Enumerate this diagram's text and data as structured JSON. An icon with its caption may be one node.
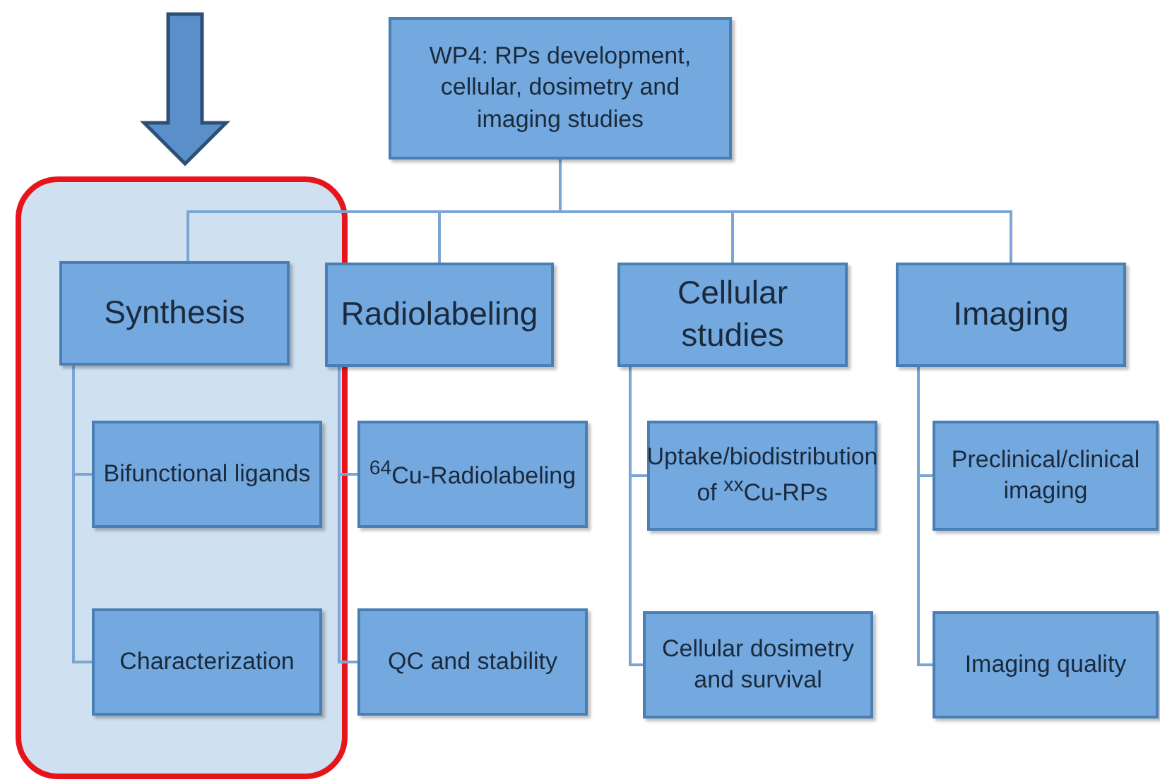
{
  "diagram": {
    "nodes": [
      {
        "text": [
          "WP4: RPs development, cellular, dosimetry and imaging studies"
        ]
      },
      {
        "text": [
          "Synthesis"
        ]
      },
      {
        "text": [
          "Bifunctional ligands"
        ]
      },
      {
        "text": [
          "Characterization"
        ]
      },
      {
        "text": [
          "Radiolabeling"
        ]
      },
      {
        "text": [
          "$^{64}$Cu-Radiolabeling"
        ]
      },
      {
        "text": [
          "QC and stability"
        ]
      },
      {
        "text": [
          "Cellular studies"
        ]
      },
      {
        "text": [
          "Uptake/biodistribution of $^{xx}$Cu-RPs"
        ]
      },
      {
        "text": [
          "Cellular dosimetry and survival"
        ]
      },
      {
        "text": [
          "Imaging"
        ]
      },
      {
        "text": [
          "Preclinical/clinical imaging"
        ]
      },
      {
        "text": [
          "Imaging quality"
        ]
      }
    ],
    "edges": [
      {
        "from": 0,
        "to": 1,
        "arrow": "none"
      },
      {
        "from": 0,
        "to": 4,
        "arrow": "none"
      },
      {
        "from": 0,
        "to": 7,
        "arrow": "none"
      },
      {
        "from": 0,
        "to": 10,
        "arrow": "none"
      },
      {
        "from": 1,
        "to": 2,
        "arrow": "none"
      },
      {
        "from": 1,
        "to": 3,
        "arrow": "none"
      },
      {
        "from": 4,
        "to": 5,
        "arrow": "none"
      },
      {
        "from": 4,
        "to": 6,
        "arrow": "none"
      },
      {
        "from": 7,
        "to": 8,
        "arrow": "none"
      },
      {
        "from": 7,
        "to": 9,
        "arrow": "none"
      },
      {
        "from": 10,
        "to": 11,
        "arrow": "none"
      },
      {
        "from": 10,
        "to": 12,
        "arrow": "none"
      }
    ]
  }
}
